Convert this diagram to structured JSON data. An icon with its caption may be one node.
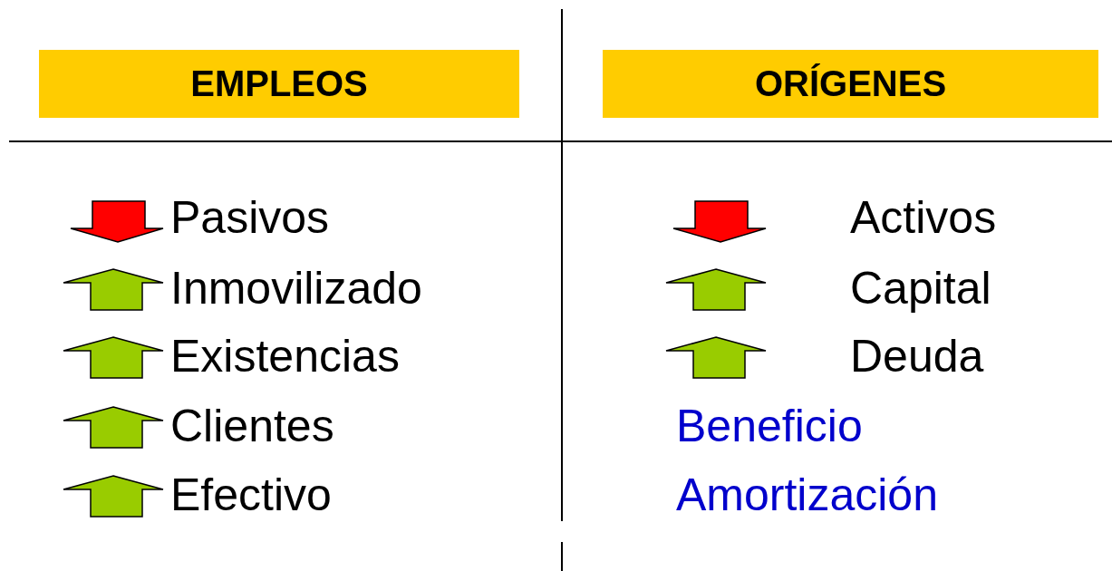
{
  "diagram": {
    "nodes": [
      {
        "text": [
          "EMPLEOS"
        ]
      },
      {
        "text": [
          "ORÍGENES"
        ]
      }
    ],
    "labels": [
      "Pasivos",
      "Inmovilizado",
      "Existencias",
      "Clientes",
      "Efectivo",
      "Activos",
      "Capital",
      "Deuda",
      "Beneficio",
      "Amortización"
    ]
  }
}
